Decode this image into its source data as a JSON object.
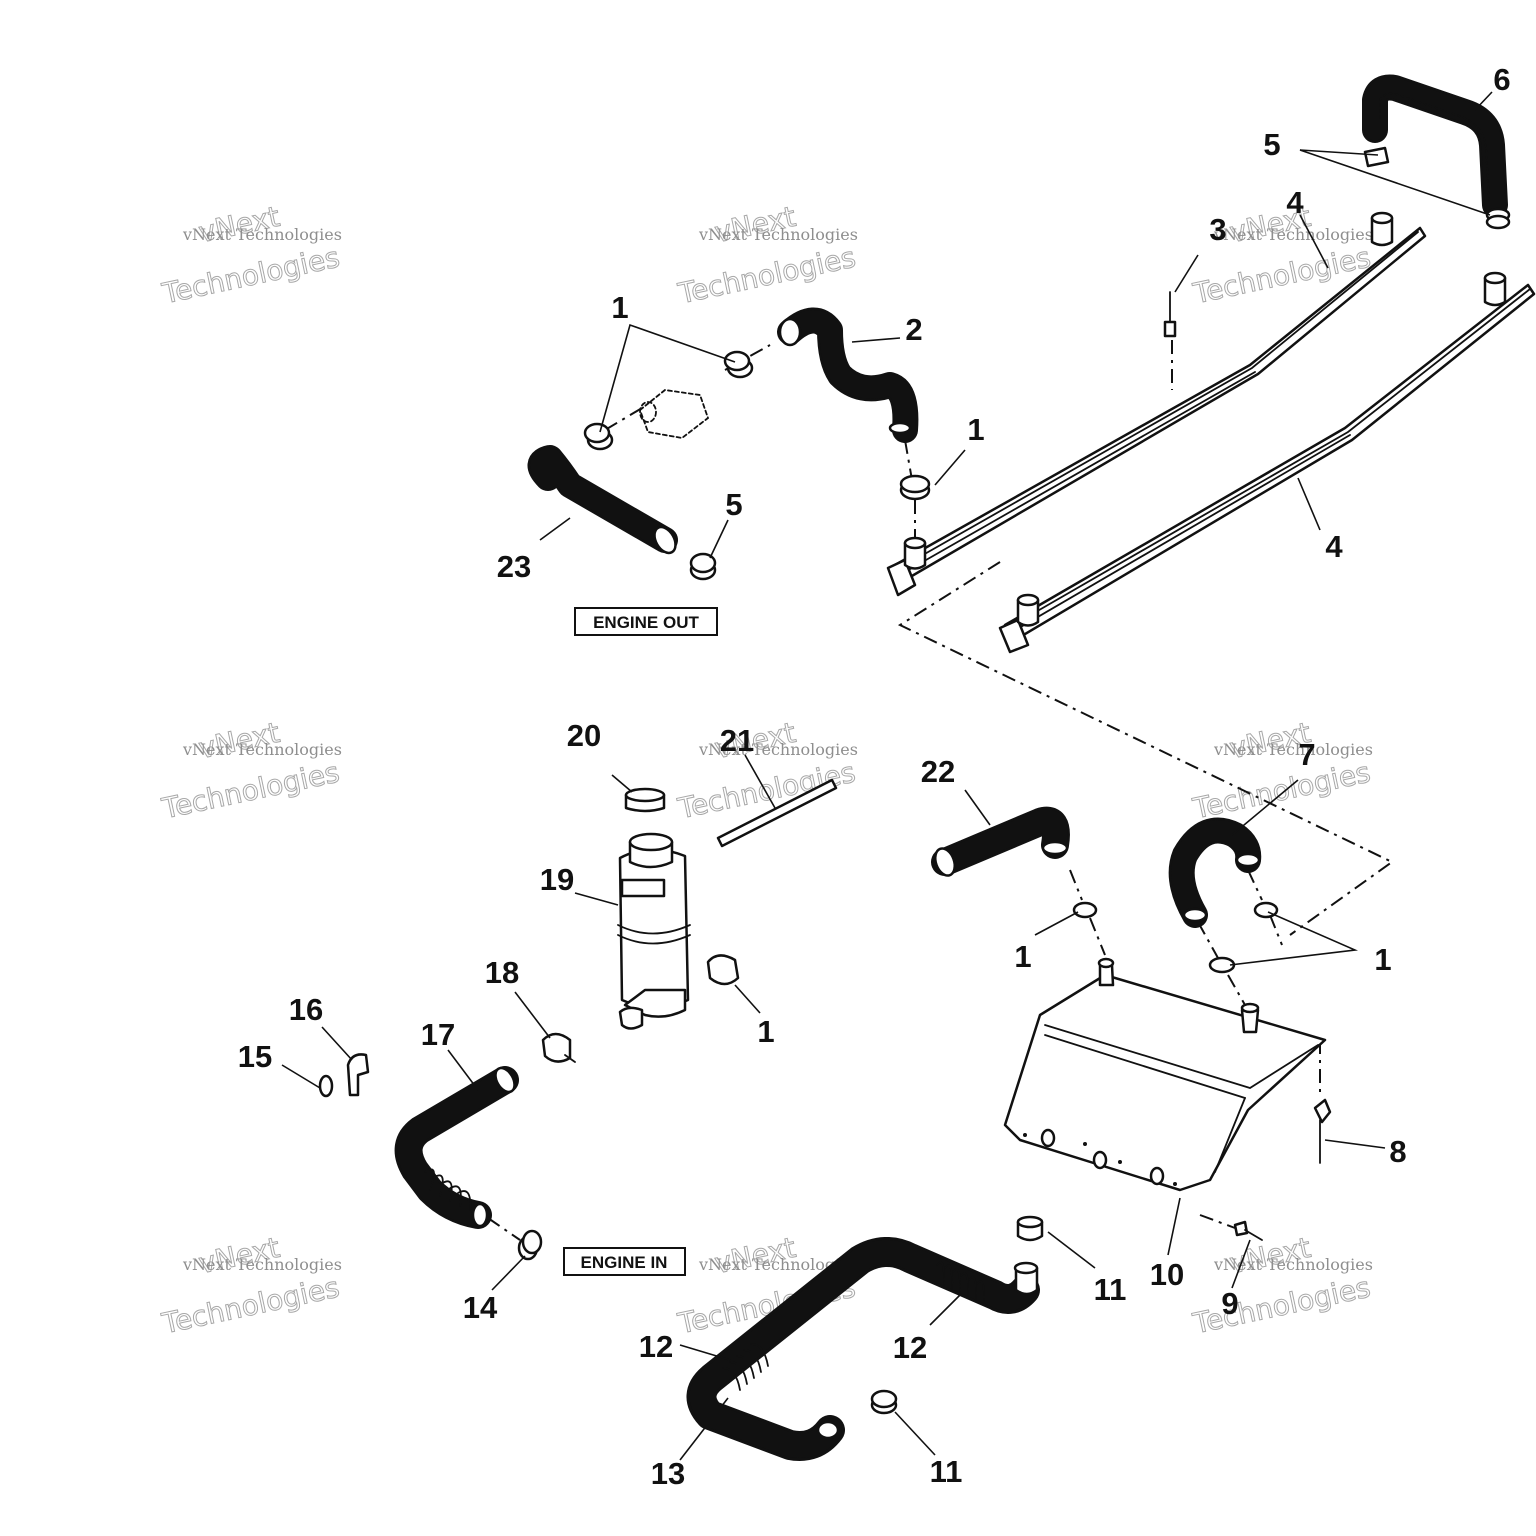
{
  "tags": {
    "engine_out": "ENGINE OUT",
    "engine_in": "ENGINE IN"
  },
  "watermark": {
    "small": "vNext Technologies",
    "large_top": "vNext",
    "large_bottom": "Technologies"
  },
  "callouts": {
    "c1_a": "1",
    "c1_b": "1",
    "c1_c": "1",
    "c1_d": "1",
    "c1_e": "1",
    "c2": "2",
    "c3": "3",
    "c4_a": "4",
    "c4_b": "4",
    "c5_a": "5",
    "c5_b": "5",
    "c6": "6",
    "c7": "7",
    "c8": "8",
    "c9": "9",
    "c10": "10",
    "c11_a": "11",
    "c11_b": "11",
    "c12_a": "12",
    "c12_b": "12",
    "c13": "13",
    "c14": "14",
    "c15": "15",
    "c16": "16",
    "c17": "17",
    "c18": "18",
    "c19": "19",
    "c20": "20",
    "c21": "21",
    "c22": "22",
    "c23": "23"
  }
}
